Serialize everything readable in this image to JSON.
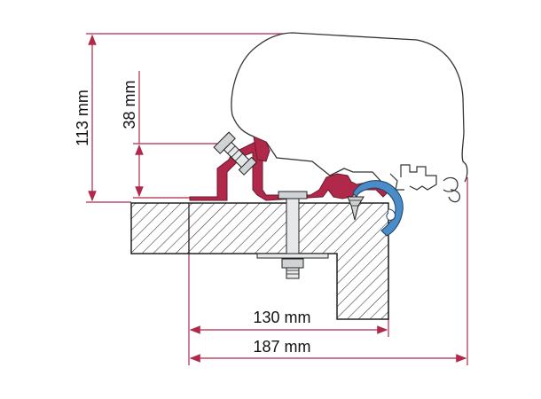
{
  "dimensions": {
    "height_total": "113 mm",
    "height_bracket": "38 mm",
    "width_inner": "130 mm",
    "width_total": "187 mm"
  },
  "colors": {
    "dimension_line": "#b0284a",
    "adapter_profile": "#b0284a",
    "rail_blue": "#4a8cc8",
    "outline": "#222222",
    "hatch": "#333333",
    "bolt_fill": "#cfd3d6"
  }
}
